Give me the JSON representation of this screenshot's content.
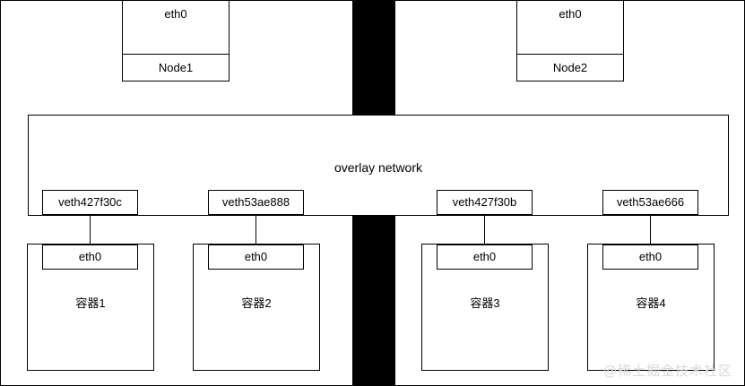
{
  "diagram": {
    "title": "overlay network",
    "nodes": [
      {
        "id": "node1",
        "eth_label": "eth0",
        "name": "Node1"
      },
      {
        "id": "node2",
        "eth_label": "eth0",
        "name": "Node2"
      }
    ],
    "overlay": {
      "label": "overlay network",
      "veths": [
        {
          "id": "veth1",
          "label": "veth427f30c"
        },
        {
          "id": "veth2",
          "label": "veth53ae888"
        },
        {
          "id": "veth3",
          "label": "veth427f30b"
        },
        {
          "id": "veth4",
          "label": "veth53ae666"
        }
      ]
    },
    "containers": [
      {
        "id": "container1",
        "eth_label": "eth0",
        "name": "容器1"
      },
      {
        "id": "container2",
        "eth_label": "eth0",
        "name": "容器2"
      },
      {
        "id": "container3",
        "eth_label": "eth0",
        "name": "容器3"
      },
      {
        "id": "container4",
        "eth_label": "eth0",
        "name": "容器4"
      }
    ],
    "watermark": "@稀土掘金技术社区",
    "colors": {
      "stroke": "#000000",
      "background": "#ffffff",
      "bar": "#000000",
      "watermark": "#d8d8d8"
    }
  }
}
